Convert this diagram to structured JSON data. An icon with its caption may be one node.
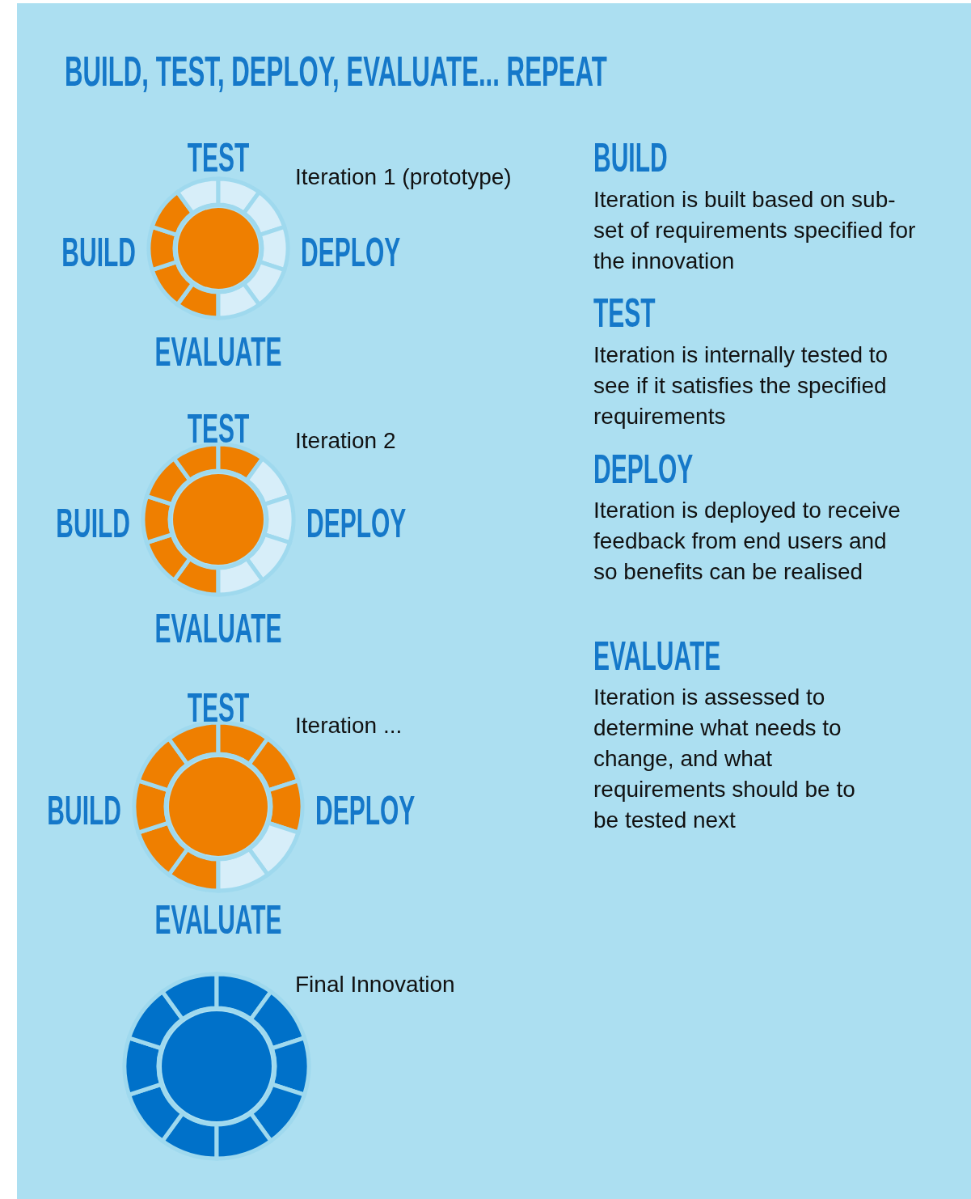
{
  "diagram": {
    "title": "BUILD, TEST, DEPLOY, EVALUATE... REPEAT",
    "nodes": [
      {
        "text": [],
        "shape": "circle",
        "beside": [
          "Iteration 1 (prototype)"
        ]
      },
      {
        "text": [],
        "shape": "circle",
        "beside": [
          "Iteration 2"
        ]
      },
      {
        "text": [],
        "shape": "circle",
        "beside": [
          "Iteration ..."
        ]
      },
      {
        "text": [],
        "shape": "circle",
        "beside": [
          "Final Innovation"
        ]
      }
    ],
    "labels": [
      "TEST",
      "BUILD",
      "DEPLOY",
      "EVALUATE",
      "TEST",
      "BUILD",
      "DEPLOY",
      "EVALUATE",
      "TEST",
      "BUILD",
      "DEPLOY",
      "EVALUATE",
      "BUILD",
      "Iteration is built based on sub-set of requirements specified for the innovation",
      "TEST",
      "Iteration is internally tested to see if it satisfies the specified requirements",
      "DEPLOY",
      "Iteration is deployed to receive feedback from end users and so benefits can be realised",
      "EVALUATE",
      "Iteration is assessed to determine what needs to change, and what requirements should be to be tested next"
    ]
  }
}
